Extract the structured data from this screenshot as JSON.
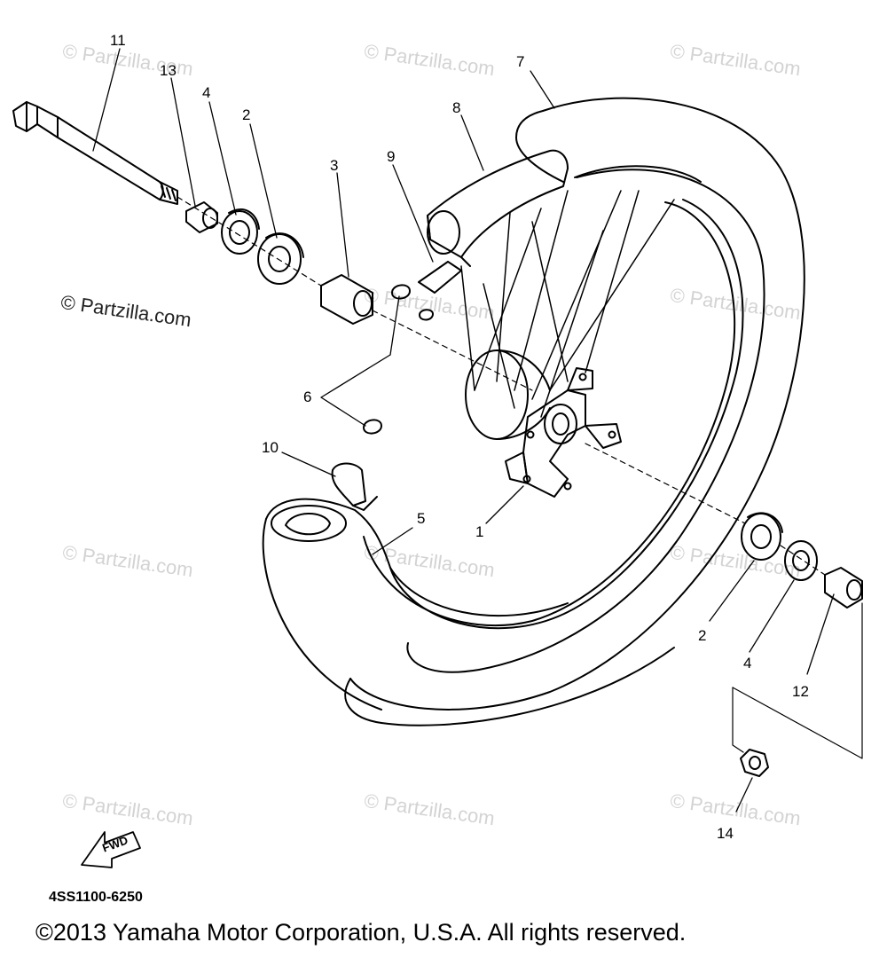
{
  "watermark": "© Partzilla.com",
  "callouts": {
    "c1": "1",
    "c2a": "2",
    "c2b": "2",
    "c3": "3",
    "c4a": "4",
    "c4b": "4",
    "c5": "5",
    "c6": "6",
    "c7": "7",
    "c8": "8",
    "c9": "9",
    "c10": "10",
    "c11": "11",
    "c12": "12",
    "c13": "13",
    "c14": "14"
  },
  "fwd_label": "FWD",
  "diagram_code": "4SS1100-6250",
  "copyright": "©2013 Yamaha Motor Corporation, U.S.A. All rights reserved."
}
